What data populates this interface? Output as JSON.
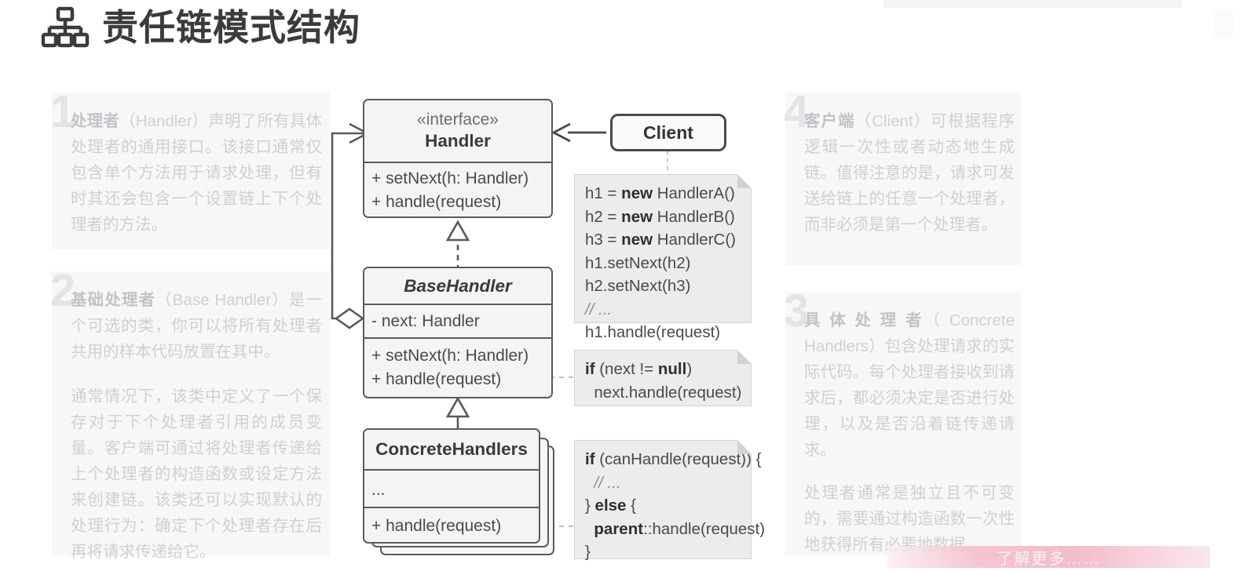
{
  "header": {
    "title": "责任链模式结构",
    "icon": "org-chart-icon"
  },
  "panels": [
    {
      "number": "1",
      "paragraphs": [
        {
          "lead": "处理者",
          "text": "（Handler）声明了所有具体处理者的通用接口。该接口通常仅包含单个方法用于请求处理，但有时其还会包含一个设置链上下个处理者的方法。"
        }
      ]
    },
    {
      "number": "2",
      "paragraphs": [
        {
          "lead": "基础处理者",
          "text": "（Base Handler）是一个可选的类，你可以将所有处理者共用的样本代码放置在其中。"
        },
        {
          "lead": "",
          "text": "通常情况下，该类中定义了一个保存对于下个处理者引用的成员变量。客户端可通过将处理者传递给上个处理者的构造函数或设定方法来创建链。该类还可以实现默认的处理行为：确定下个处理者存在后再将请求传递给它。"
        }
      ]
    },
    {
      "number": "4",
      "paragraphs": [
        {
          "lead": "客户端",
          "text": "（Client）可根据程序逻辑一次性或者动态地生成链。值得注意的是，请求可发送给链上的任意一个处理者，而非必须是第一个处理者。"
        }
      ]
    },
    {
      "number": "3",
      "paragraphs": [
        {
          "lead": "具 体 处 理 者",
          "text": "（ Concrete Handlers）包含处理请求的实际代码。每个处理者接收到请求后，都必须决定是否进行处理，以及是否沿着链传递请求。"
        },
        {
          "lead": "",
          "text": "处理者通常是独立且不可变的，需要通过构造函数一次性地获得所有必要地数据。"
        }
      ]
    }
  ],
  "diagram": {
    "handler": {
      "stereotype": "«interface»",
      "name": "Handler",
      "methods": [
        "+ setNext(h: Handler)",
        "+ handle(request)"
      ]
    },
    "base_handler": {
      "name": "BaseHandler",
      "attributes": [
        "- next: Handler"
      ],
      "methods": [
        "+ setNext(h: Handler)",
        "+ handle(request)"
      ]
    },
    "concrete_handlers": {
      "name": "ConcreteHandlers",
      "attributes": [
        "..."
      ],
      "methods": [
        "+ handle(request)"
      ]
    },
    "client": {
      "name": "Client"
    }
  },
  "notes": {
    "client_note": [
      [
        {
          "t": "h1 = ",
          "b": false
        },
        {
          "t": "new",
          "b": true
        },
        {
          "t": " HandlerA()",
          "b": false
        }
      ],
      [
        {
          "t": "h2 = ",
          "b": false
        },
        {
          "t": "new",
          "b": true
        },
        {
          "t": " HandlerB()",
          "b": false
        }
      ],
      [
        {
          "t": "h3 = ",
          "b": false
        },
        {
          "t": "new",
          "b": true
        },
        {
          "t": " HandlerC()",
          "b": false
        }
      ],
      [
        {
          "t": "h1.setNext(h2)",
          "b": false
        }
      ],
      [
        {
          "t": "h2.setNext(h3)",
          "b": false
        }
      ],
      [
        {
          "t": "// ...",
          "b": false,
          "i": true
        }
      ],
      [
        {
          "t": "h1.handle(request)",
          "b": false
        }
      ]
    ],
    "base_note": [
      [
        {
          "t": "if",
          "b": true
        },
        {
          "t": " (next != ",
          "b": false
        },
        {
          "t": "null",
          "b": true
        },
        {
          "t": ")",
          "b": false
        }
      ],
      [
        {
          "t": "  next.handle(request)",
          "b": false
        }
      ]
    ],
    "concrete_note": [
      [
        {
          "t": "if",
          "b": true
        },
        {
          "t": " (canHandle(request)) {",
          "b": false
        }
      ],
      [
        {
          "t": "  // ...",
          "b": false,
          "i": true
        }
      ],
      [
        {
          "t": "} ",
          "b": false
        },
        {
          "t": "else",
          "b": true
        },
        {
          "t": " {",
          "b": false
        }
      ],
      [
        {
          "t": "  ",
          "b": false
        },
        {
          "t": "parent",
          "b": true
        },
        {
          "t": "::handle(request)",
          "b": false
        }
      ],
      [
        {
          "t": "}",
          "b": false
        }
      ]
    ]
  },
  "watermark": {
    "text": "了解更多……"
  },
  "colors": {
    "ink": "#3b3b3b",
    "box_border": "#5a5a5a",
    "box_fill": "#f4f4f4",
    "note_fill": "#ececec",
    "panel_fill": "#f7f7f8",
    "muted_text": "#cfd0d3",
    "accent_pink": "#f1b2c2"
  }
}
